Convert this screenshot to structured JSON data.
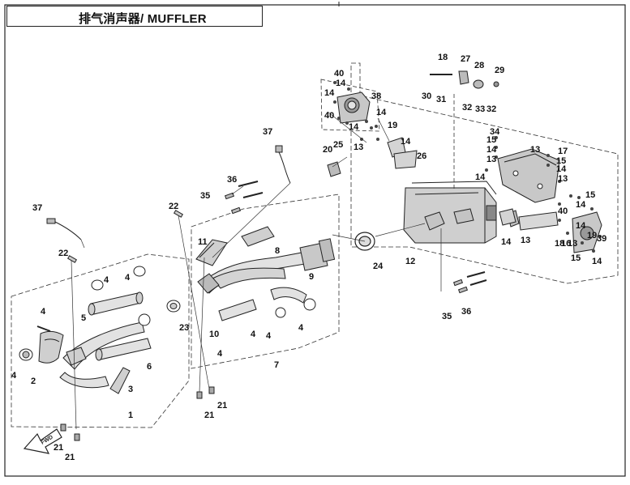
{
  "title": "排气消声器/ MUFFLER",
  "arrow_label": "FWD",
  "colors": {
    "line": "#222222",
    "part_fill": "#d9d9d9",
    "part_dark": "#8c8c8c",
    "background": "#ffffff"
  },
  "callouts": [
    {
      "label": "1"
    },
    {
      "label": "2"
    },
    {
      "label": "3"
    },
    {
      "label": "4"
    },
    {
      "label": "4"
    },
    {
      "label": "4"
    },
    {
      "label": "5"
    },
    {
      "label": "6"
    },
    {
      "label": "4"
    },
    {
      "label": "21"
    },
    {
      "label": "21"
    },
    {
      "label": "22"
    },
    {
      "label": "37"
    },
    {
      "label": "22"
    },
    {
      "label": "11"
    },
    {
      "label": "35"
    },
    {
      "label": "36"
    },
    {
      "label": "8"
    },
    {
      "label": "37"
    },
    {
      "label": "23"
    },
    {
      "label": "10"
    },
    {
      "label": "4"
    },
    {
      "label": "4"
    },
    {
      "label": "4"
    },
    {
      "label": "4"
    },
    {
      "label": "9"
    },
    {
      "label": "7"
    },
    {
      "label": "21"
    },
    {
      "label": "21"
    },
    {
      "label": "24"
    },
    {
      "label": "12"
    },
    {
      "label": "35"
    },
    {
      "label": "36"
    },
    {
      "label": "40"
    },
    {
      "label": "14"
    },
    {
      "label": "14"
    },
    {
      "label": "38"
    },
    {
      "label": "40"
    },
    {
      "label": "14"
    },
    {
      "label": "14"
    },
    {
      "label": "19"
    },
    {
      "label": "13"
    },
    {
      "label": "14"
    },
    {
      "label": "20"
    },
    {
      "label": "25"
    },
    {
      "label": "26"
    },
    {
      "label": "18"
    },
    {
      "label": "27"
    },
    {
      "label": "28"
    },
    {
      "label": "29"
    },
    {
      "label": "30"
    },
    {
      "label": "31"
    },
    {
      "label": "32"
    },
    {
      "label": "33"
    },
    {
      "label": "32"
    },
    {
      "label": "34"
    },
    {
      "label": "15"
    },
    {
      "label": "14"
    },
    {
      "label": "13"
    },
    {
      "label": "14"
    },
    {
      "label": "13"
    },
    {
      "label": "17"
    },
    {
      "label": "15"
    },
    {
      "label": "14"
    },
    {
      "label": "13"
    },
    {
      "label": "15"
    },
    {
      "label": "14"
    },
    {
      "label": "40"
    },
    {
      "label": "14"
    },
    {
      "label": "13"
    },
    {
      "label": "18"
    },
    {
      "label": "16"
    },
    {
      "label": "13"
    },
    {
      "label": "14"
    },
    {
      "label": "19"
    },
    {
      "label": "15"
    },
    {
      "label": "14"
    },
    {
      "label": "39"
    },
    {
      "label": "40"
    },
    {
      "label": "14"
    },
    {
      "label": "13"
    }
  ]
}
